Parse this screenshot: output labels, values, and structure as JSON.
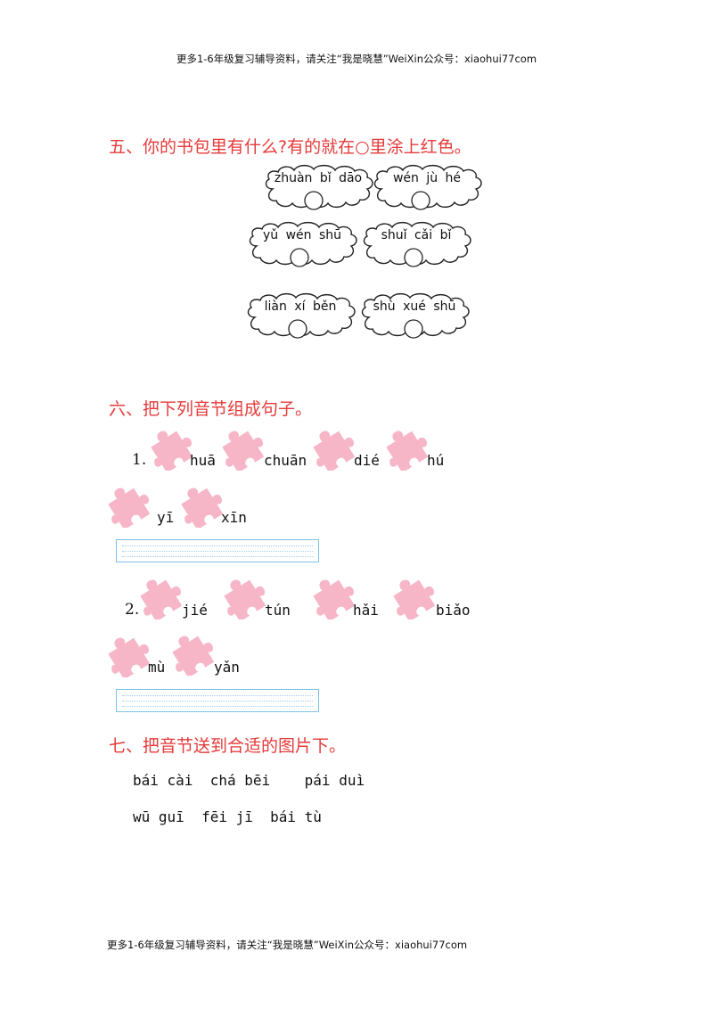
{
  "header": "更多1-6年级复习辅导资料，请关注“我是晓慧”WeiXin公众号：xiaohui77com",
  "footer": "更多1-6年级复习辅导资料，请关注“我是晓慧”WeiXin公众号：xiaohui77com",
  "section5": {
    "title": "五、你的书包里有什么?有的就在○里涂上红色。",
    "clouds": [
      "zhuàn bǐ dāo",
      "wén jù hé",
      "yǔ wén shū",
      "shuǐ cǎi bǐ",
      "liàn xí běn",
      "shù xué shū"
    ]
  },
  "section6": {
    "title": "六、把下列音节组成句子。",
    "q1": {
      "number": "1.",
      "row1": [
        "huā",
        "chuān",
        "dié",
        "hú"
      ],
      "row2": [
        "yī",
        "xīn"
      ]
    },
    "q2": {
      "number": "2.",
      "row1": [
        "jié",
        "tún",
        "hǎi",
        "biǎo"
      ],
      "row2": [
        "mù",
        "yǎn"
      ]
    }
  },
  "section7": {
    "title": "七、把音节送到合适的图片下。",
    "line1": "bái cài  chá bēi    pái duì",
    "line2": "wū guī  fēi jī  bái tù"
  },
  "colors": {
    "title": "#e53a3a",
    "puzzle": "#f6b6c8",
    "answer_box": "#7cc3e6"
  },
  "icons": {
    "cloud": "cloud-shape",
    "puzzle": "puzzle-piece-icon",
    "circle": "empty-circle"
  }
}
